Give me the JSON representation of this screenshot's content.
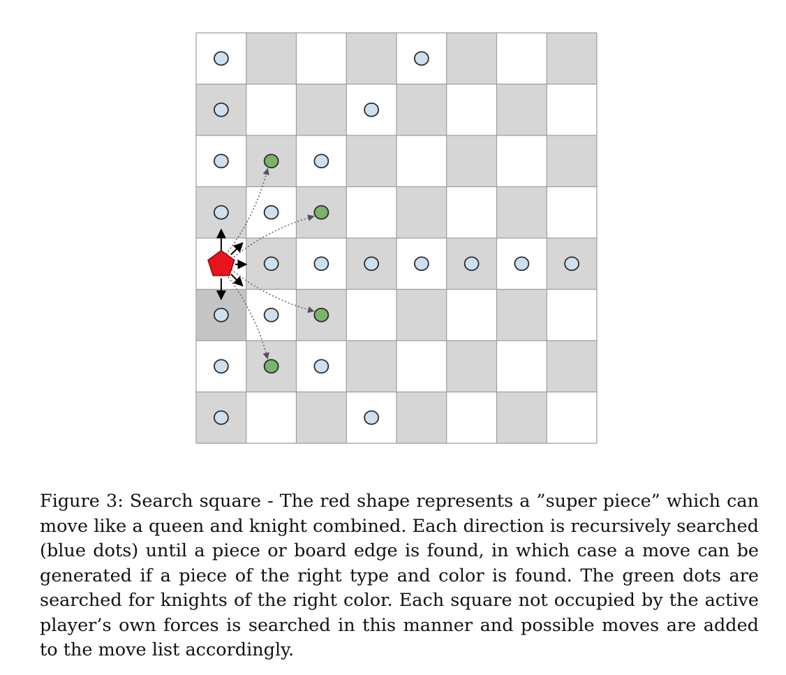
{
  "figure": {
    "board": {
      "rows": 8,
      "cols": 8,
      "colors": {
        "light": "#ffffff",
        "dark": "#d6d6d6",
        "highlight": "#c4c4c4",
        "grid": "#9e9e9e"
      },
      "highlight_square": [
        5,
        0
      ]
    },
    "super_piece": {
      "square": [
        4,
        0
      ],
      "color": "#e8141b",
      "icon": "red-pentagon"
    },
    "searched_squares": [
      [
        0,
        0
      ],
      [
        0,
        4
      ],
      [
        1,
        0
      ],
      [
        1,
        3
      ],
      [
        2,
        0
      ],
      [
        2,
        2
      ],
      [
        3,
        0
      ],
      [
        3,
        1
      ],
      [
        4,
        1
      ],
      [
        4,
        2
      ],
      [
        4,
        3
      ],
      [
        4,
        4
      ],
      [
        4,
        5
      ],
      [
        4,
        6
      ],
      [
        4,
        7
      ],
      [
        5,
        0
      ],
      [
        5,
        1
      ],
      [
        6,
        0
      ],
      [
        6,
        2
      ],
      [
        7,
        0
      ],
      [
        7,
        3
      ]
    ],
    "knight_squares": [
      [
        2,
        1
      ],
      [
        3,
        2
      ],
      [
        5,
        2
      ],
      [
        6,
        1
      ]
    ],
    "dot_colors": {
      "blue": "#cde0f0",
      "green": "#7ab36a",
      "outline": "#2a2a2a"
    },
    "queen_arrow_directions": [
      "up",
      "up-right",
      "right",
      "down-right",
      "down"
    ]
  },
  "caption": {
    "text": "Figure 3: Search square - The red shape represents a ”super piece” which can move like a queen and knight combined. Each direction is recursively searched (blue dots) until a piece or board edge is found, in which case a move can be generated if a piece of the right type and color is found.  The green dots are searched for knights of the right color. Each square not occupied by the active player’s own forces is searched in this manner and possible moves are added to the move list accordingly."
  }
}
